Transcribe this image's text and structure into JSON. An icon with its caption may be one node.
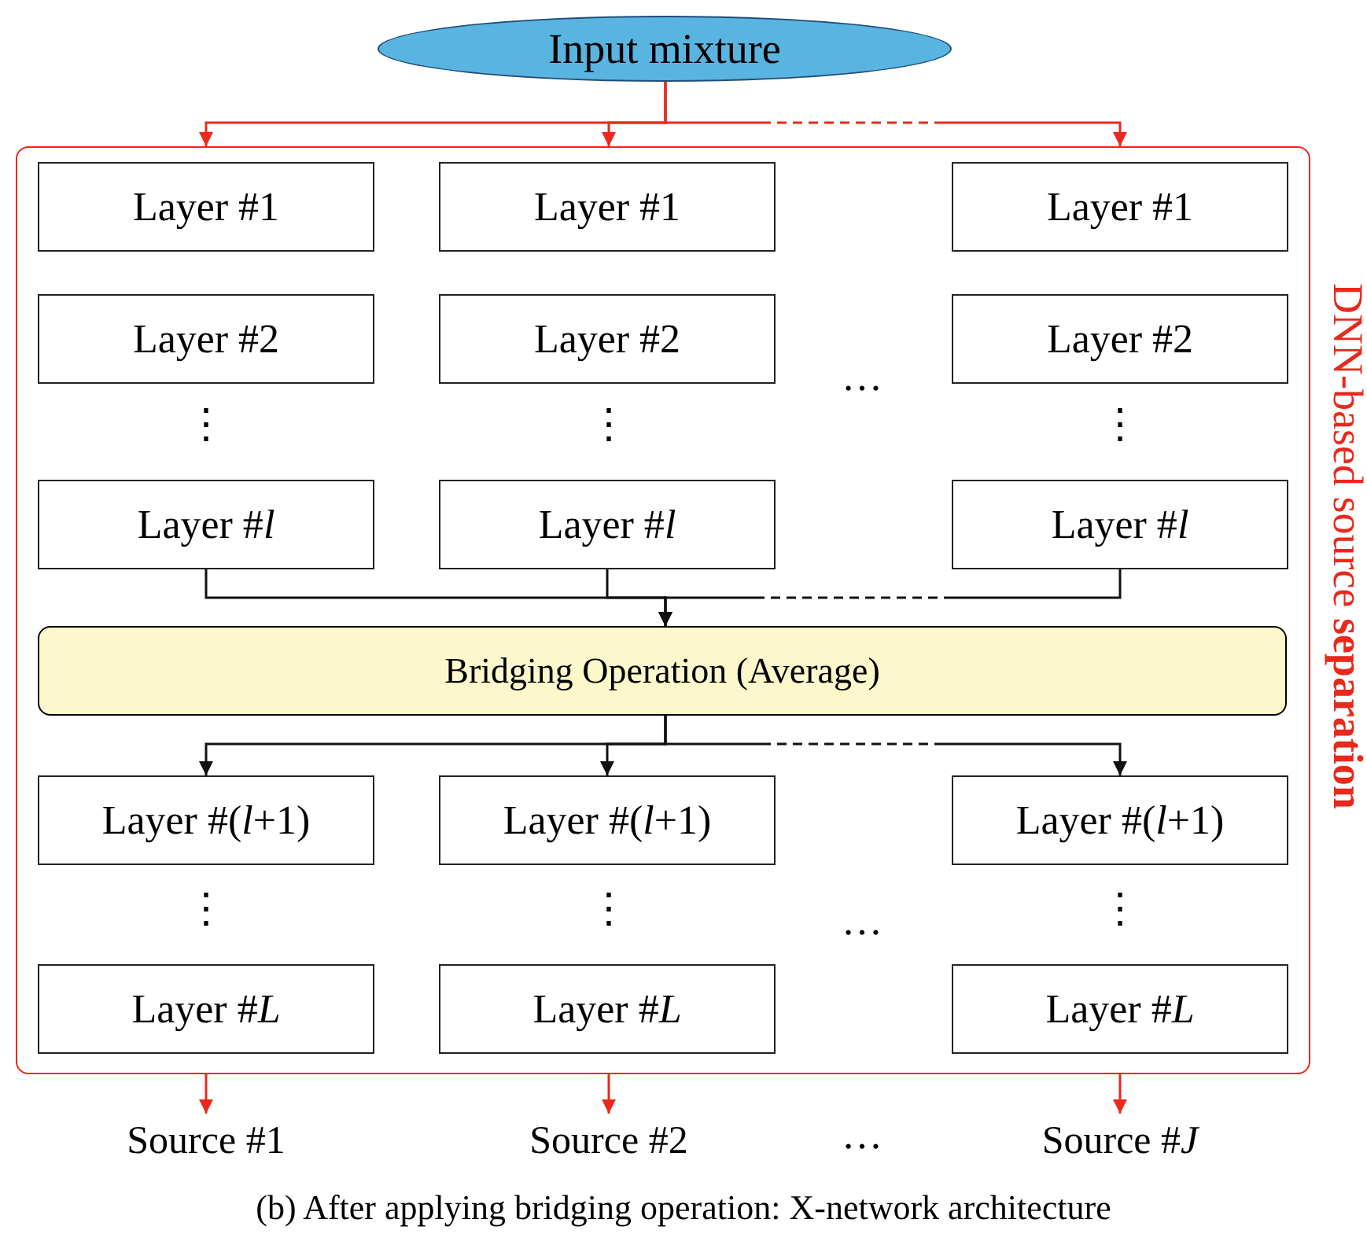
{
  "diagram": {
    "caption": "(b) After applying bridging operation: X-network architecture",
    "nodes": [
      {
        "text": [
          "Input mixture"
        ]
      },
      {
        "text": [],
        "shape": "box",
        "beside": [
          "DNN-based source **separation**"
        ]
      },
      {
        "text": [
          "Layer #1"
        ],
        "in": 1
      },
      {
        "text": [
          "Layer #1"
        ],
        "in": 1
      },
      {
        "text": [
          "Layer #1"
        ],
        "in": 1
      },
      {
        "text": [
          "Layer #2"
        ],
        "in": 1
      },
      {
        "text": [
          "Layer #2"
        ],
        "in": 1
      },
      {
        "text": [
          "Layer #2"
        ],
        "in": 1
      },
      {
        "text": [
          "Layer #*l*"
        ],
        "in": 1
      },
      {
        "text": [
          "Layer #*l*"
        ],
        "in": 1
      },
      {
        "text": [
          "Layer #*l*"
        ],
        "in": 1
      },
      {
        "text": [
          "Bridging Operation (Average)"
        ],
        "in": 1
      },
      {
        "text": [
          "Layer #(*l*+1)"
        ],
        "in": 1
      },
      {
        "text": [
          "Layer #(*l*+1)"
        ],
        "in": 1
      },
      {
        "text": [
          "Layer #(*l*+1)"
        ],
        "in": 1
      },
      {
        "text": [
          "Layer #*L*"
        ],
        "in": 1
      },
      {
        "text": [
          "Layer #*L*"
        ],
        "in": 1
      },
      {
        "text": [
          "Layer #*L*"
        ],
        "in": 1
      },
      {
        "text": [
          "Source #1"
        ]
      },
      {
        "text": [
          "Source #2"
        ]
      },
      {
        "text": [
          "Source #*J*"
        ]
      }
    ],
    "edges": [
      {
        "from": 0,
        "to": 1,
        "arrow": "to",
        "color": "#e8291c"
      },
      {
        "from": 0,
        "to": 1,
        "arrow": "to",
        "color": "#e8291c"
      },
      {
        "from": 0,
        "to": 1,
        "arrow": "to",
        "color": "#e8291c",
        "style": "dashed"
      },
      {
        "from": 8,
        "to": 11,
        "arrow": "to",
        "color": "#111111"
      },
      {
        "from": 9,
        "to": 11,
        "arrow": "to",
        "color": "#111111"
      },
      {
        "from": 10,
        "to": 11,
        "arrow": "to",
        "color": "#111111",
        "style": "dashed"
      },
      {
        "from": 11,
        "to": 12,
        "arrow": "to",
        "color": "#111111"
      },
      {
        "from": 11,
        "to": 13,
        "arrow": "to",
        "color": "#111111"
      },
      {
        "from": 11,
        "to": 14,
        "arrow": "to",
        "color": "#111111",
        "style": "dashed"
      },
      {
        "from": 1,
        "to": 18,
        "arrow": "to",
        "color": "#e8291c"
      },
      {
        "from": 1,
        "to": 19,
        "arrow": "to",
        "color": "#e8291c"
      },
      {
        "from": 1,
        "to": 20,
        "arrow": "to",
        "color": "#e8291c"
      }
    ],
    "labels": [
      "…",
      "⋮",
      "⋮",
      "⋮",
      "⋮",
      "⋮",
      "…",
      "⋮",
      "…"
    ]
  }
}
